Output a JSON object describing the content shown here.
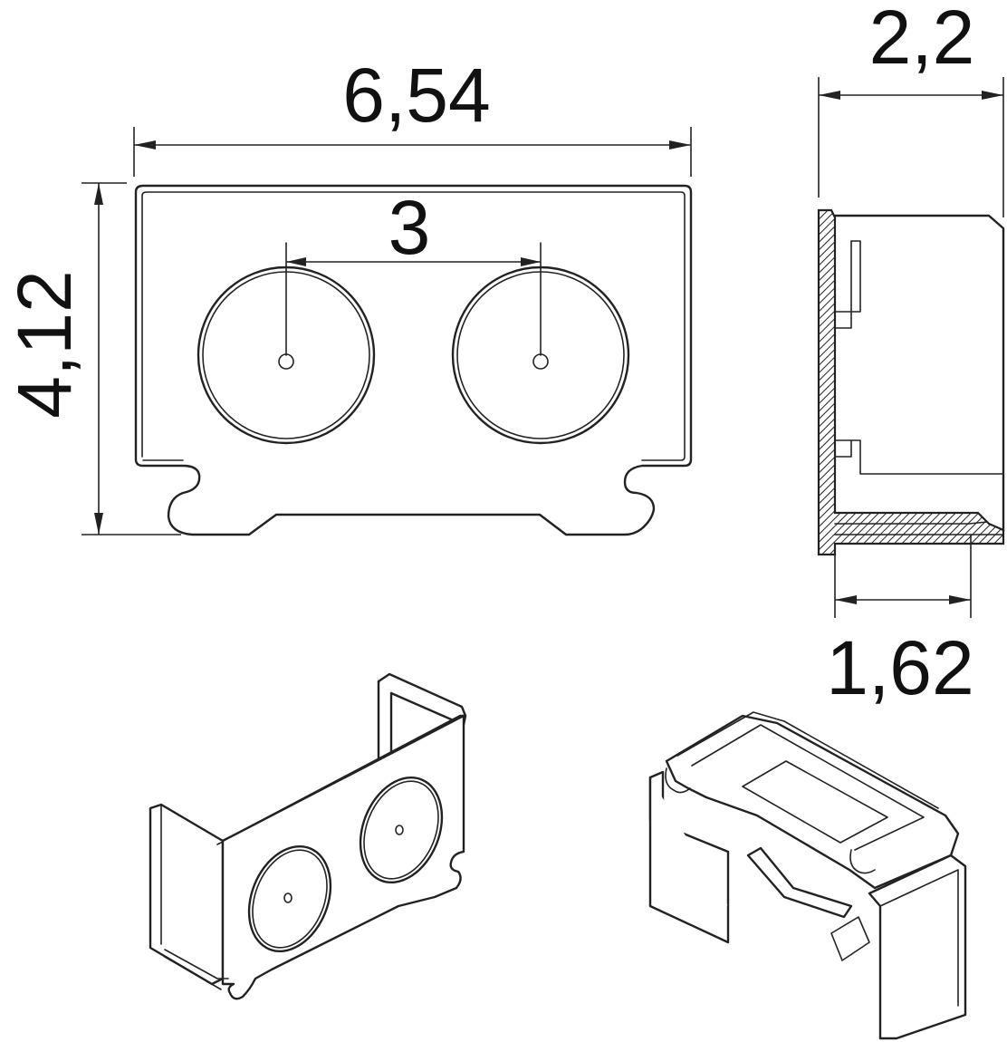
{
  "dimensions": {
    "width": "6,54",
    "height": "4,12",
    "hole_spacing": "3",
    "depth": "2,2",
    "inner_depth": "1,62"
  },
  "colors": {
    "line": "#222222",
    "background": "#ffffff"
  }
}
